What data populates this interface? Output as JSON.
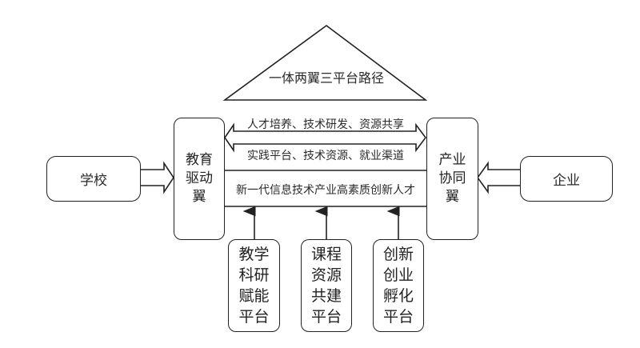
{
  "title": "一体两翼三平台路径",
  "nodes": {
    "school": "学校",
    "enterprise": "企业",
    "education_wing": [
      "教育",
      "驱动",
      "翼"
    ],
    "industry_wing": [
      "产业",
      "协同",
      "翼"
    ]
  },
  "flows": {
    "top_label": "人才培养、技术研发、资源共享",
    "bottom_label": "实践平台、技术资源、就业渠道",
    "center_label": "新一代信息技术产业高素质创新人才"
  },
  "platforms": [
    {
      "lines": [
        "教学",
        "科研",
        "赋能",
        "平台"
      ]
    },
    {
      "lines": [
        "课程",
        "资源",
        "共建",
        "平台"
      ]
    },
    {
      "lines": [
        "创新",
        "创业",
        "孵化",
        "平台"
      ]
    }
  ],
  "colors": {
    "stroke": "#222222",
    "text": "#2a2a2a",
    "background": "#ffffff"
  }
}
